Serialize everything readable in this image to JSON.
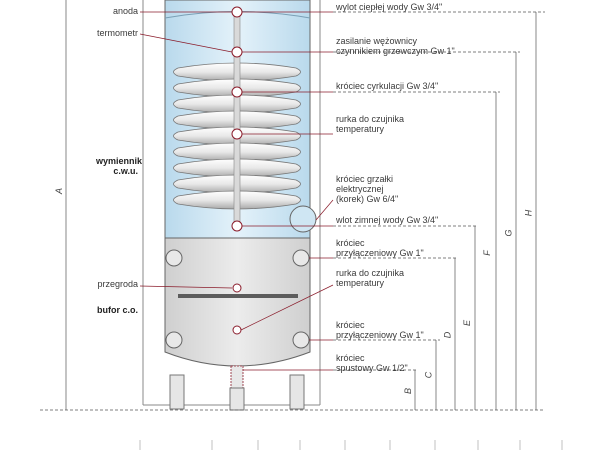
{
  "labels_left": {
    "anoda": "anoda",
    "termometr": "termometr",
    "wymiennik": "wymiennik\nc.w.u.",
    "przegroda": "przegroda",
    "bufor": "bufor c.o."
  },
  "labels_right": {
    "hot_outlet": "wylot ciepłej wody Gw 3/4\"",
    "coil_supply": "zasilanie wężownicy\nczynnikiem grzewczym Gw 1\"",
    "circulation": "króciec cyrkulacji Gw 3/4\"",
    "sensor_tube_1": "rurka do czujnika\ntemperatury",
    "heater": "króciec grzałki\nelektrycznej\n(korek) Gw 6/4\"",
    "cold_inlet": "wlot zimnej wody Gw 3/4\"",
    "conn_1": "króciec\nprzyłączeniowy Gw 1\"",
    "sensor_tube_2": "rurka do czujnika\ntemperatury",
    "conn_2": "króciec\nprzyłączeniowy Gw 1\"",
    "drain": "króciec\nspustowy Gw 1/2\""
  },
  "dimensions": [
    "A",
    "B",
    "C",
    "D",
    "E",
    "F",
    "G",
    "H"
  ],
  "colors": {
    "tank_upper": "#cfe6f3",
    "tank_lower": "#dcdcdc",
    "outline": "#666666",
    "leader": "#8a1c2b"
  }
}
